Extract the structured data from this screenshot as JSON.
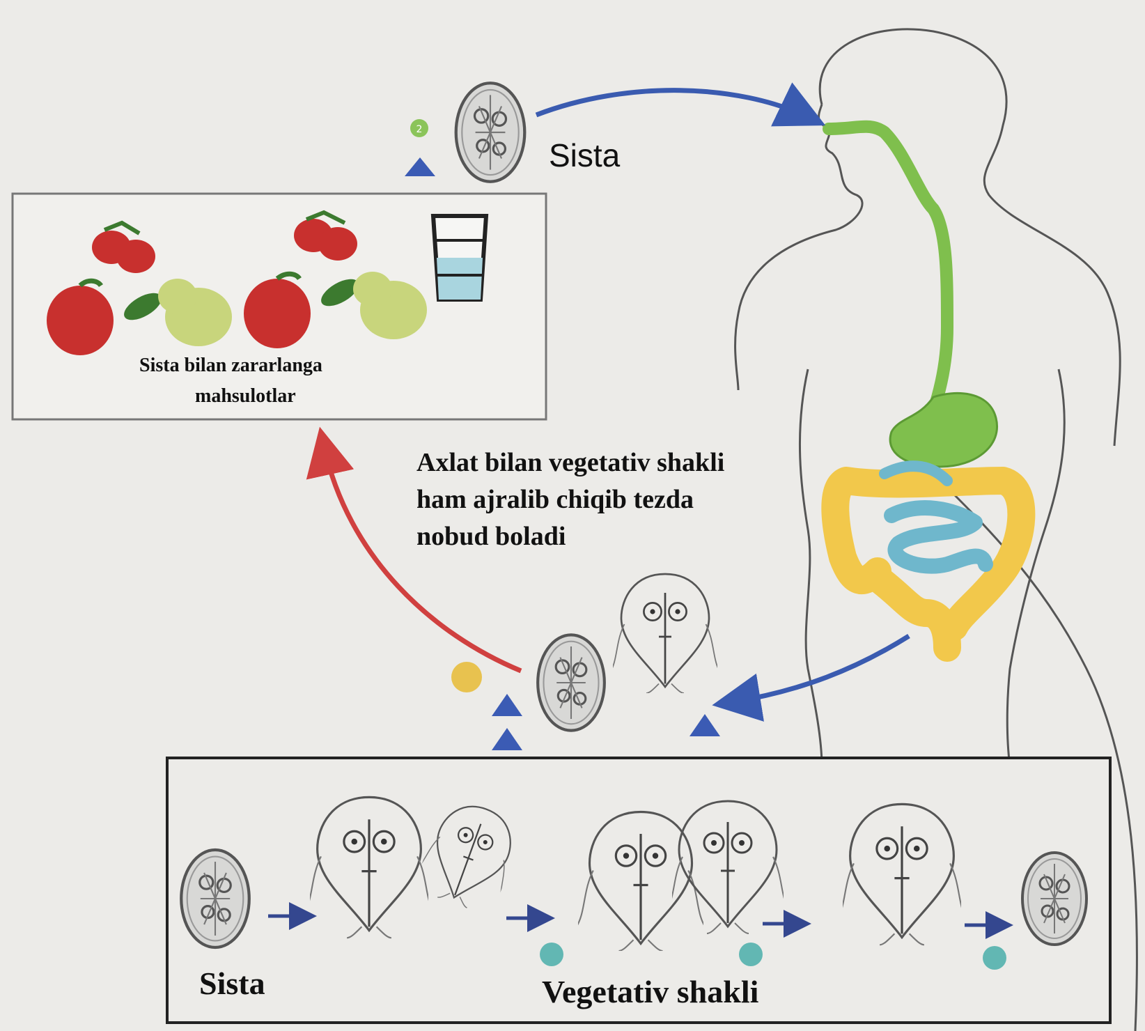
{
  "labels": {
    "cyst_top": "Sista",
    "contaminated_food_line1": "Sista bilan zararlanga",
    "contaminated_food_line2": "mahsulotlar",
    "excretion_line1": "Axlat bilan vegetativ shakli",
    "excretion_line2": "ham ajralib chiqib tezda",
    "excretion_line3": "nobud boladi",
    "bottom_cyst": "Sista",
    "bottom_vegetative": "Vegetativ shakli"
  },
  "colors": {
    "background": "#ecebe8",
    "digestive_upper": "#7fbf4d",
    "large_intestine": "#f2c84b",
    "small_intestine": "#6fb7cc",
    "infection_arrow": "#3a5bb0",
    "contamination_arrow": "#d0403f",
    "stage_marker_green": "#8bc45a",
    "stage_marker_yellow": "#e8c24f",
    "stage_marker_teal": "#62b7b3",
    "stage_triangle": "#3b5bb4"
  }
}
